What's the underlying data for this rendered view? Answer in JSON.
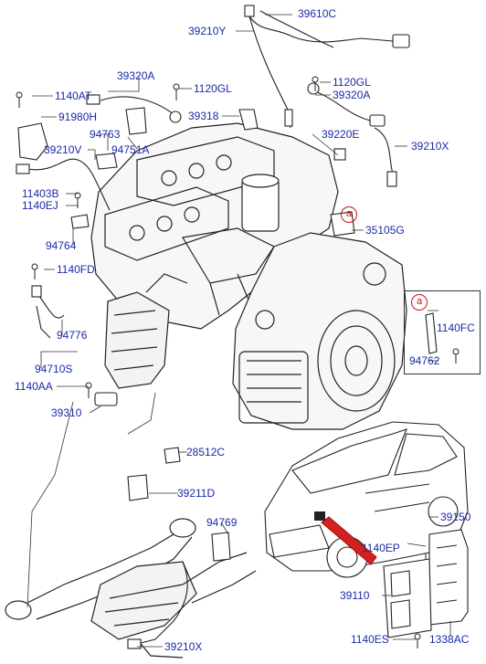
{
  "callout_marker": "a",
  "labels": {
    "p39610C": "39610C",
    "p39210Y": "39210Y",
    "p39320A_top": "39320A",
    "p1120GL_top": "1120GL",
    "p1120GL_right": "1120GL",
    "p39320A_right": "39320A",
    "p1140AT": "1140AT",
    "p91980H": "91980H",
    "p39318": "39318",
    "p39220E": "39220E",
    "p39210X_top": "39210X",
    "p94763": "94763",
    "p39210V": "39210V",
    "p94751A": "94751A",
    "p11403B": "11403B",
    "p1140EJ": "1140EJ",
    "p35105G": "35105G",
    "p94764": "94764",
    "p1140FD": "1140FD",
    "p1140FC": "1140FC",
    "p94776": "94776",
    "p94762": "94762",
    "p94710S": "94710S",
    "p1140AA": "1140AA",
    "p39310": "39310",
    "p28512C": "28512C",
    "p39211D": "39211D",
    "p94769": "94769",
    "p39150": "39150",
    "p1140EP": "1140EP",
    "p39110": "39110",
    "p39210X_bottom": "39210X",
    "p1140ES": "1140ES",
    "p1338AC": "1338AC"
  },
  "colors": {
    "label_text": "#1a2aa8",
    "line_art": "#222222",
    "marker": "#cc1111",
    "arrow_fill": "#d42020"
  }
}
